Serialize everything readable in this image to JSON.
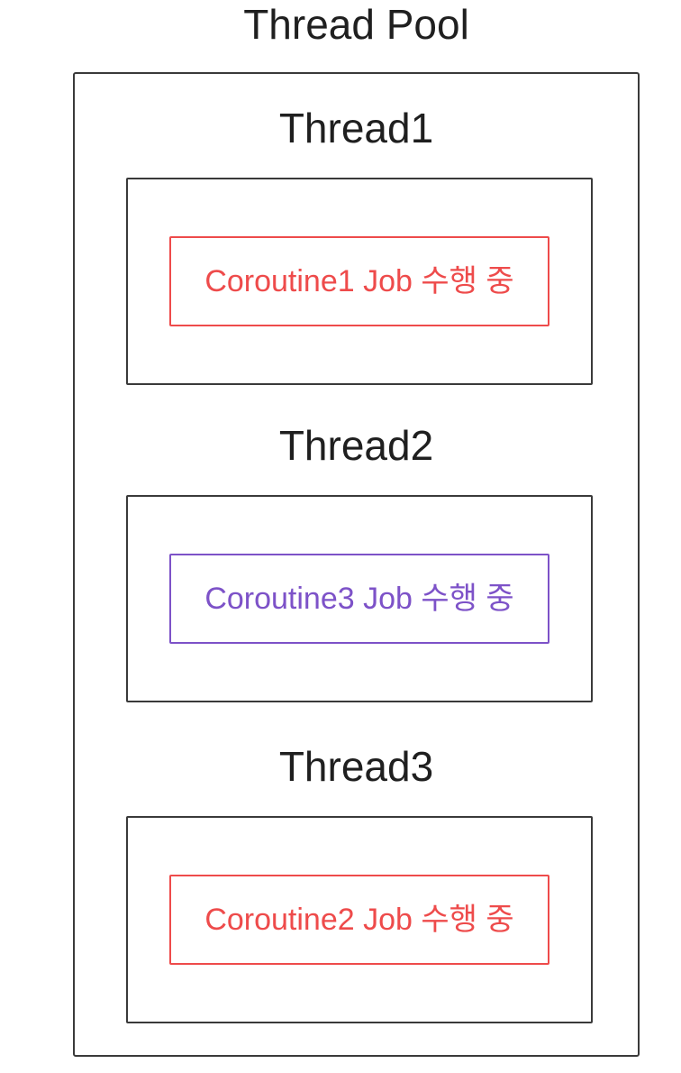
{
  "title": "Thread Pool",
  "colors": {
    "outline": "#3a3a3a",
    "red": "#ee4b4b",
    "purple": "#7d52c8",
    "text_dark": "#1f1f1f"
  },
  "threads": [
    {
      "label": "Thread1",
      "job": {
        "text": "Coroutine1 Job 수행 중",
        "color": "red"
      }
    },
    {
      "label": "Thread2",
      "job": {
        "text": "Coroutine3 Job 수행 중",
        "color": "purple"
      }
    },
    {
      "label": "Thread3",
      "job": {
        "text": "Coroutine2 Job 수행 중",
        "color": "red"
      }
    }
  ]
}
